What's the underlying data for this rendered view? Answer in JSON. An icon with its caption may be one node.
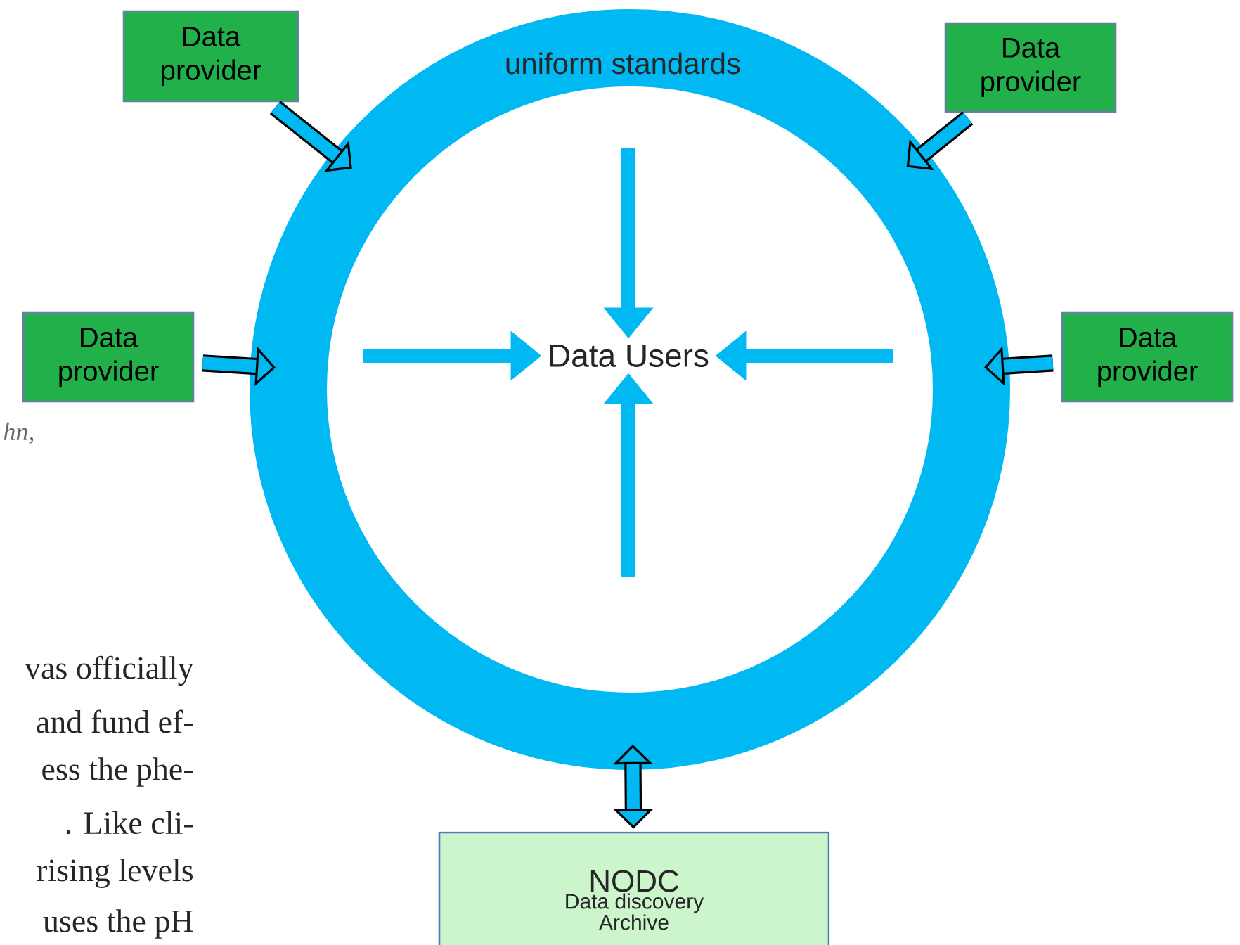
{
  "diagram": {
    "nodes": [
      {
        "text": [],
        "shape": "circle"
      },
      {
        "text": [
          "Data Users"
        ],
        "in": 0
      },
      {
        "text": [
          "Data provider"
        ]
      },
      {
        "text": [
          "Data provider"
        ]
      },
      {
        "text": [
          "Data provider"
        ]
      },
      {
        "text": [
          "Data provider"
        ]
      },
      {
        "text": [
          "NODC",
          "Data discovery",
          "Archive"
        ]
      }
    ],
    "edges": [
      {
        "from": 2,
        "to": 0,
        "arrow": "to"
      },
      {
        "from": 3,
        "to": 0,
        "arrow": "to"
      },
      {
        "from": 4,
        "to": 0,
        "arrow": "to"
      },
      {
        "from": 5,
        "to": 0,
        "arrow": "to"
      },
      {
        "from": 0,
        "to": 6,
        "arrow": "both"
      },
      {
        "from": null,
        "to": 1,
        "arrow": "to",
        "color": "#00b9f2"
      },
      {
        "from": null,
        "to": 1,
        "arrow": "to",
        "color": "#00b9f2"
      },
      {
        "from": null,
        "to": 1,
        "arrow": "to",
        "color": "#00b9f2"
      },
      {
        "from": null,
        "to": 1,
        "arrow": "to",
        "color": "#00b9f2"
      }
    ],
    "labels": [
      "uniform standards",
      "hn,",
      "vas officially",
      "and fund ef-",
      "ess the phe-",
      ". Like cli-",
      "rising levels",
      "uses the pH"
    ]
  }
}
